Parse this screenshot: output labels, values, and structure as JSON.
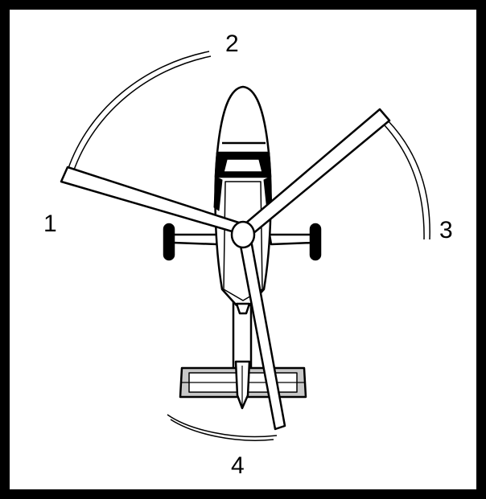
{
  "diagram": {
    "position_labels": {
      "p1": "1",
      "p2": "2",
      "p3": "3",
      "p4": "4"
    },
    "colors": {
      "frame": "#000000",
      "line": "#000000",
      "fill": "#ffffff",
      "shade": "#c8c8c8"
    }
  }
}
